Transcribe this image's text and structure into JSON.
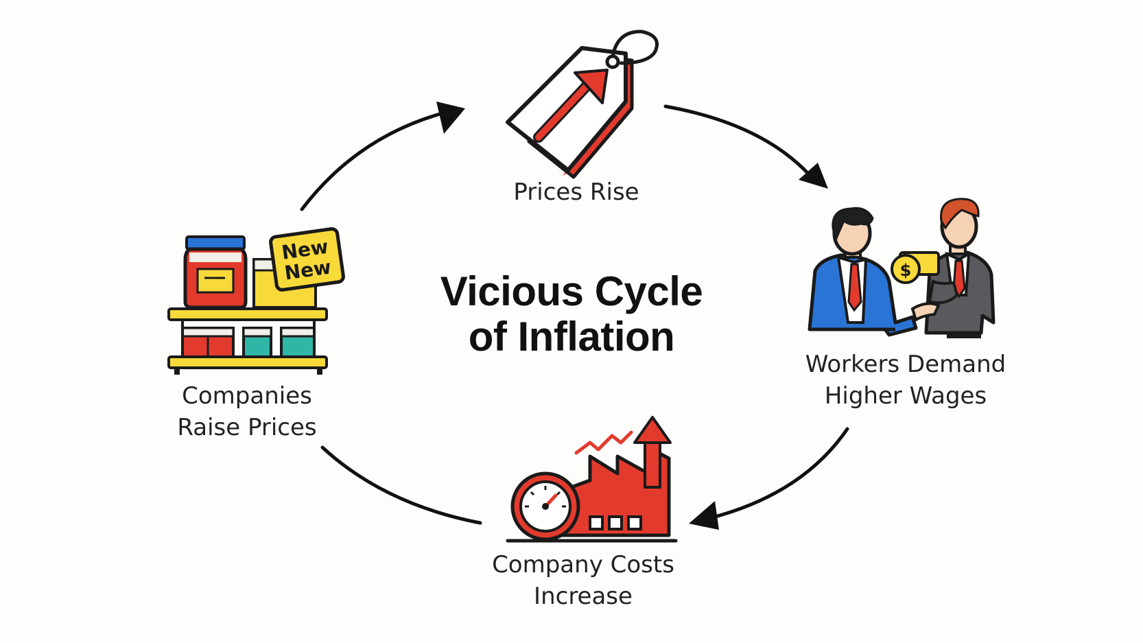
{
  "title": {
    "line1": "Vicious Cycle",
    "line2": "of Inflation"
  },
  "stages": {
    "prices_rise": {
      "line1": "Prices Rise",
      "icon": "price-tag-up-arrow-icon"
    },
    "workers": {
      "line1": "Workers Demand",
      "line2": "Higher Wages",
      "icon": "workers-money-exchange-icon"
    },
    "costs": {
      "line1": "Company Costs",
      "line2": "Increase",
      "icon": "factory-gauge-rising-icon"
    },
    "companies": {
      "line1": "Companies",
      "line2": "Raise Prices",
      "icon": "store-shelf-products-icon"
    }
  },
  "shelf_sign": {
    "line1": "New",
    "line2": "New"
  },
  "colors": {
    "accent_red": "#e23b2e",
    "outline": "#1a1a1a",
    "blue": "#2a74d6",
    "yellow": "#f8d93a",
    "arrow": "#111111"
  }
}
